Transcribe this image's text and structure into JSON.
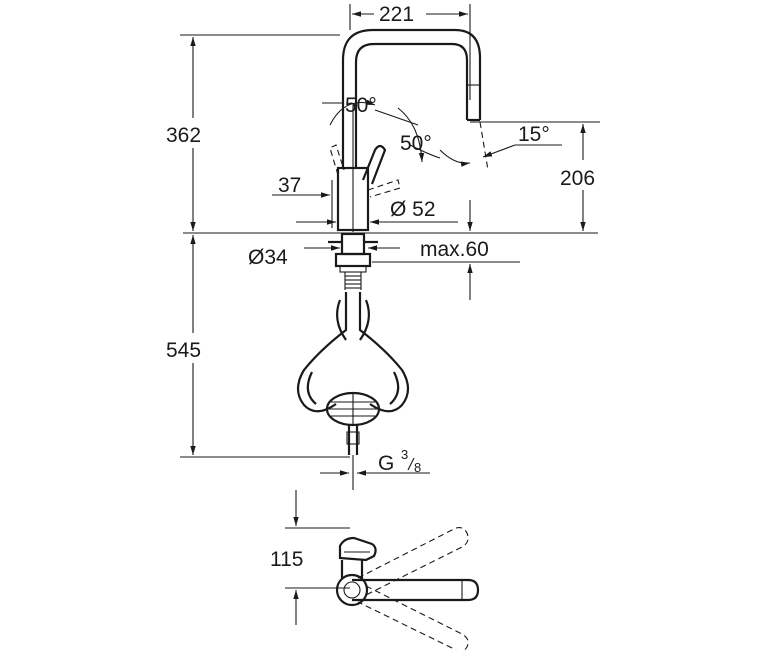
{
  "dimensions": {
    "spout_reach": "221",
    "total_height": "362",
    "handle_angle_up": "50°",
    "handle_angle_side": "50°",
    "spray_angle": "15°",
    "spout_height": "206",
    "handle_offset": "37",
    "base_diameter": "Ø 52",
    "shank_diameter": "Ø34",
    "max_counter_thickness": "max.60",
    "hose_length": "545",
    "connection_thread": "G",
    "connection_thread_num": "3",
    "connection_thread_den": "8",
    "plan_offset": "115"
  }
}
